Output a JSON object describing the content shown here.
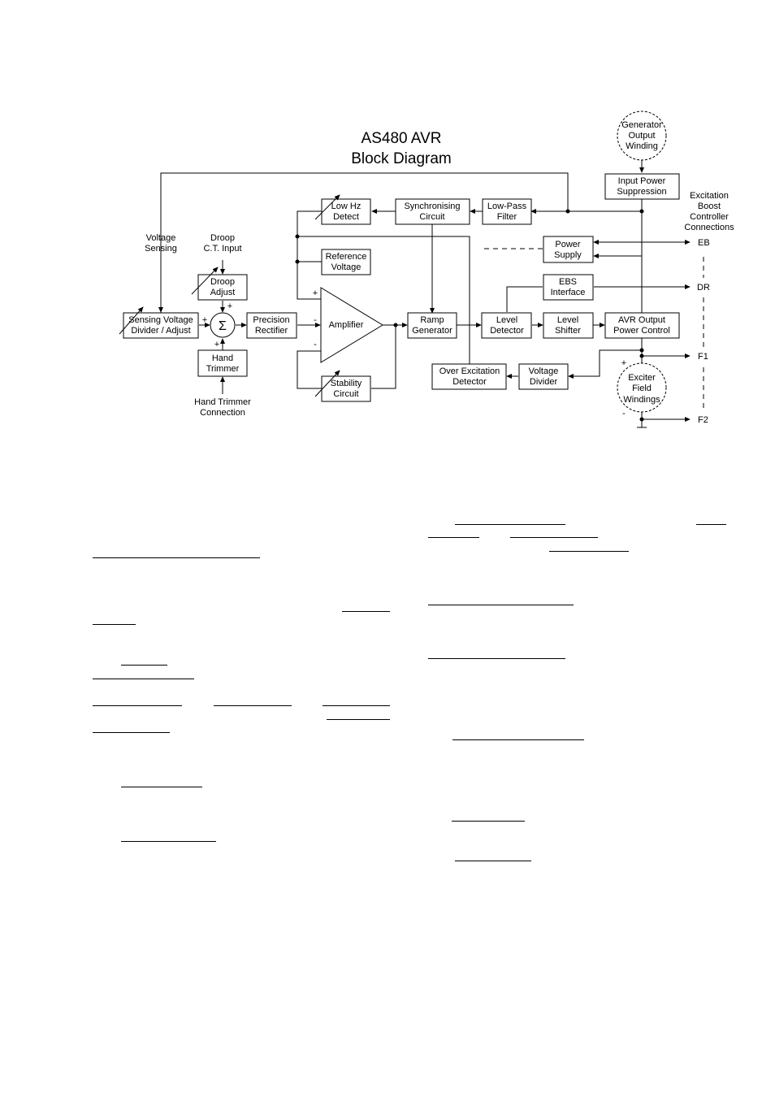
{
  "title_line1": "AS480 AVR",
  "title_line2": "Block Diagram",
  "blocks": {
    "sensing_divider": [
      "Sensing Voltage",
      "Divider / Adjust"
    ],
    "droop_adjust": [
      "Droop",
      "Adjust"
    ],
    "hand_trimmer": [
      "Hand",
      "Trimmer"
    ],
    "precision_rectifier": [
      "Precision",
      "Rectifier"
    ],
    "low_hz_detect": [
      "Low Hz",
      "Detect"
    ],
    "reference_voltage": [
      "Reference",
      "Voltage"
    ],
    "amplifier": "Amplifier",
    "stability_circuit": [
      "Stability",
      "Circuit"
    ],
    "synchronising_circuit": [
      "Synchronising",
      "Circuit"
    ],
    "low_pass_filter": [
      "Low-Pass",
      "Filter"
    ],
    "ramp_generator": [
      "Ramp",
      "Generator"
    ],
    "over_excitation_detector": [
      "Over Excitation",
      "Detector"
    ],
    "level_detector": [
      "Level",
      "Detector"
    ],
    "level_shifter": [
      "Level",
      "Shifter"
    ],
    "voltage_divider": [
      "Voltage",
      "Divider"
    ],
    "power_supply": [
      "Power",
      "Supply"
    ],
    "ebs_interface": [
      "EBS",
      "Interface"
    ],
    "avr_output_power_control": [
      "AVR Output",
      "Power Control"
    ],
    "input_power_suppression": [
      "Input Power",
      "Suppression"
    ],
    "generator_output_winding": [
      "Generator",
      "Output",
      "Winding"
    ],
    "exciter_field_windings": [
      "Exciter",
      "Field",
      "Windings"
    ]
  },
  "labels": {
    "voltage_sensing": [
      "Voltage",
      "Sensing"
    ],
    "droop_ct_input": [
      "Droop",
      "C.T. Input"
    ],
    "hand_trimmer_connection": [
      "Hand Trimmer",
      "Connection"
    ],
    "excitation_boost": [
      "Excitation",
      "Boost",
      "Controller",
      "Connections"
    ],
    "sigma": "Σ",
    "plus": "+",
    "minus": "-"
  },
  "terminals": {
    "eb": "EB",
    "dr": "DR",
    "f1": "F1",
    "f2": "F2"
  }
}
